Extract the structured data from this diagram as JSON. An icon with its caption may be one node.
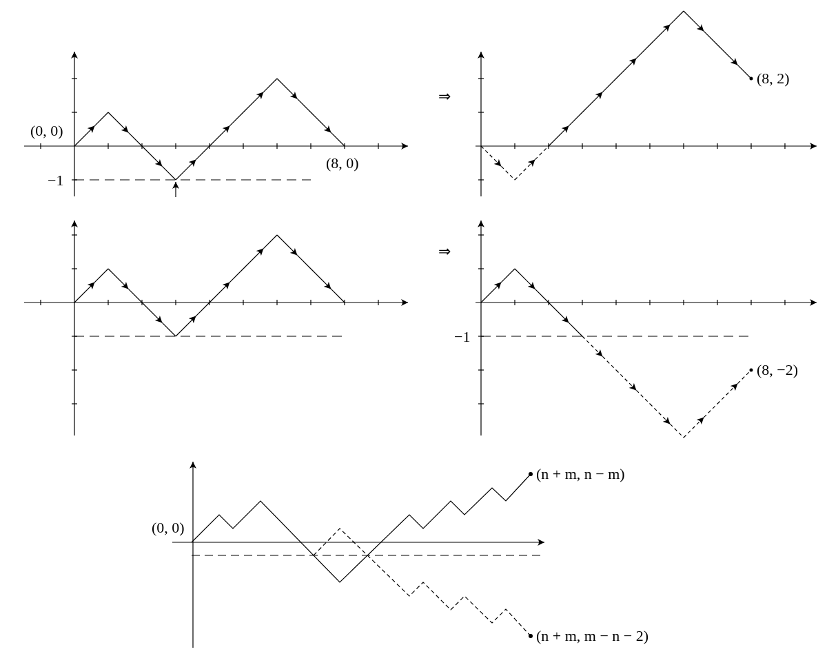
{
  "diagram": {
    "labels": [
      "(0, 0)",
      "⇒",
      "(8, 2)",
      "(8, 0)",
      "−1",
      "⇒",
      "−1",
      "(8, −2)",
      "(n + m, n − m)",
      "(0, 0)",
      "(n + m, m − n − 2)"
    ]
  }
}
